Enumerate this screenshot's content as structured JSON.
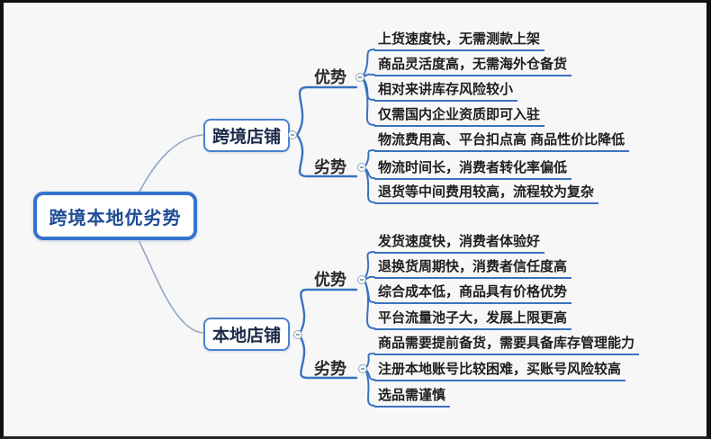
{
  "canvas": {
    "background_color": "#f7f7f7",
    "frame_color": "#111111",
    "accent_blue": "#3a72c0",
    "root_border_blue": "#3474cc",
    "root_text_blue": "#1d4c94"
  },
  "root": {
    "label": "跨境本地优劣势"
  },
  "branches": [
    {
      "label": "跨境店铺",
      "groups": [
        {
          "label": "优势",
          "items": [
            "上货速度快，无需测款上架",
            "商品灵活度高，无需海外仓备货",
            "相对来讲库存风险较小",
            "仅需国内企业资质即可入驻"
          ]
        },
        {
          "label": "劣势",
          "items": [
            "物流费用高、平台扣点高 商品性价比降低",
            "物流时间长，消费者转化率偏低",
            "退货等中间费用较高，流程较为复杂"
          ]
        }
      ]
    },
    {
      "label": "本地店铺",
      "groups": [
        {
          "label": "优势",
          "items": [
            "发货速度快，消费者体验好",
            "退换货周期快，消费者信任度高",
            "综合成本低，商品具有价格优势",
            "平台流量池子大，发展上限更高"
          ]
        },
        {
          "label": "劣势",
          "items": [
            "商品需要提前备货，需要具备库存管理能力",
            "注册本地账号比较困难，买账号风险较高",
            "选品需谨慎"
          ]
        }
      ]
    }
  ]
}
